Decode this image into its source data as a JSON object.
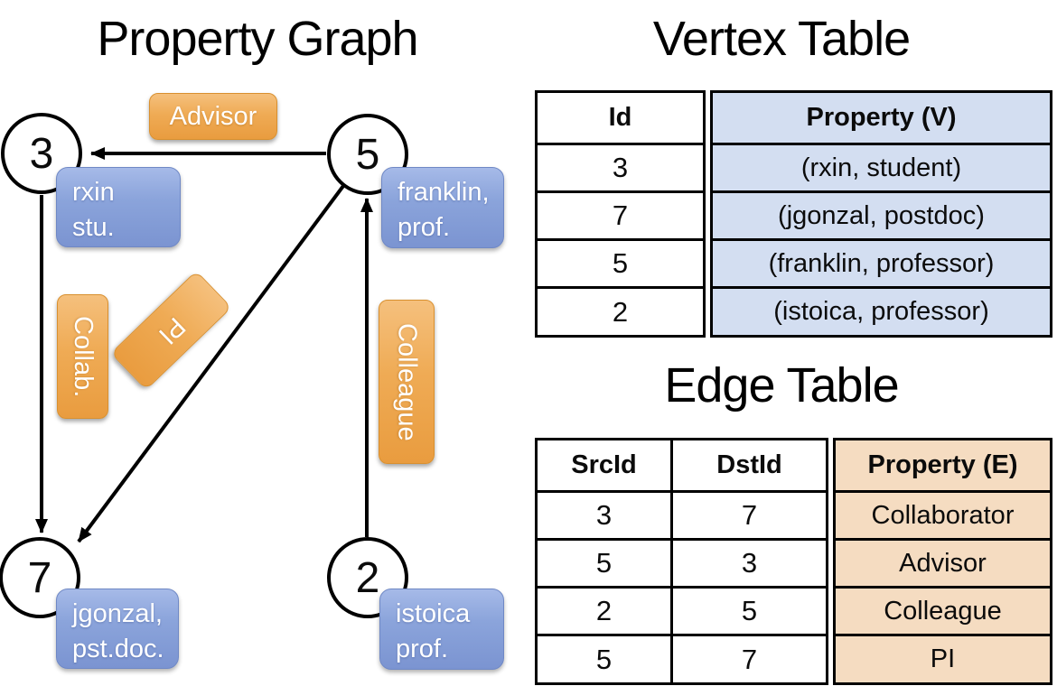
{
  "panel_graph": {
    "title": "Property Graph",
    "nodes": [
      {
        "id": "3",
        "property_line1": "rxin",
        "property_line2": "stu."
      },
      {
        "id": "5",
        "property_line1": "franklin,",
        "property_line2": "prof."
      },
      {
        "id": "7",
        "property_line1": "jgonzal,",
        "property_line2": "pst.doc."
      },
      {
        "id": "2",
        "property_line1": "istoica",
        "property_line2": "prof."
      }
    ],
    "edge_labels": {
      "advisor": "Advisor",
      "collab": "Collab.",
      "pi": "PI",
      "colleague": "Colleague"
    }
  },
  "vertex_table": {
    "title": "Vertex Table",
    "columns": [
      "Id",
      "Property (V)"
    ],
    "rows": [
      {
        "id": "3",
        "property": "(rxin, student)"
      },
      {
        "id": "7",
        "property": "(jgonzal, postdoc)"
      },
      {
        "id": "5",
        "property": "(franklin, professor)"
      },
      {
        "id": "2",
        "property": "(istoica, professor)"
      }
    ]
  },
  "edge_table": {
    "title": "Edge Table",
    "columns": [
      "SrcId",
      "DstId",
      "Property (E)"
    ],
    "rows": [
      {
        "src": "3",
        "dst": "7",
        "property": "Collaborator"
      },
      {
        "src": "5",
        "dst": "3",
        "property": "Advisor"
      },
      {
        "src": "2",
        "dst": "5",
        "property": "Colleague"
      },
      {
        "src": "5",
        "dst": "7",
        "property": "PI"
      }
    ]
  },
  "colors": {
    "edge_label_orange": "#EDA34A",
    "vertex_property_blue": "#8AA3DA",
    "vertex_table_fill": "#D3DEF1",
    "edge_table_fill": "#F5DCC1",
    "line_black": "#000000"
  }
}
